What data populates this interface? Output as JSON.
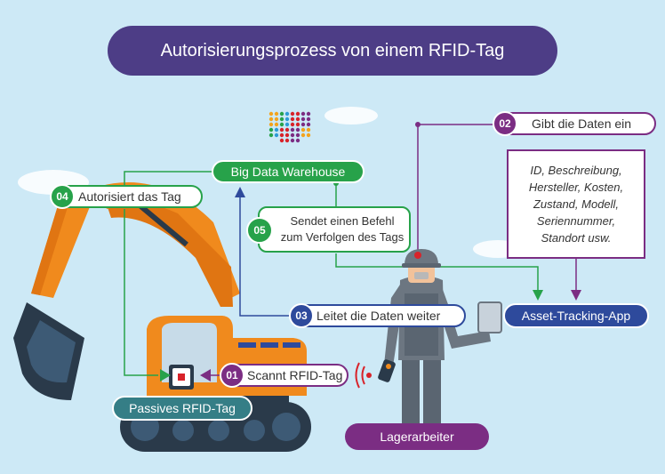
{
  "title": "Autorisierungsprozess von einem RFID-Tag",
  "nodes": {
    "big_data": "Big Data Warehouse",
    "asset_app": "Asset-Tracking-App",
    "passive_tag": "Passives RFID-Tag",
    "worker": "Lagerarbeiter"
  },
  "steps": [
    {
      "num": "01",
      "label": "Scannt RFID-Tag"
    },
    {
      "num": "02",
      "label": "Gibt die Daten ein"
    },
    {
      "num": "03",
      "label": "Leitet die Daten weiter"
    },
    {
      "num": "04",
      "label": "Autorisiert das Tag"
    },
    {
      "num": "05",
      "label_line1": "Sendet einen Befehl",
      "label_line2": "zum Verfolgen des Tags"
    }
  ],
  "data_box": {
    "lines": [
      "ID, Beschreibung,",
      "Hersteller, Kosten,",
      "Zustand, Modell,",
      "Seriennummer,",
      "Standort usw."
    ]
  },
  "colors": {
    "purple": "#7b2d83",
    "green": "#27a24a",
    "navy": "#2e4a9c",
    "teal": "#357e86",
    "title_bg": "#4d3d86",
    "background": "#cde9f6",
    "excavator_orange": "#f08a1d"
  }
}
